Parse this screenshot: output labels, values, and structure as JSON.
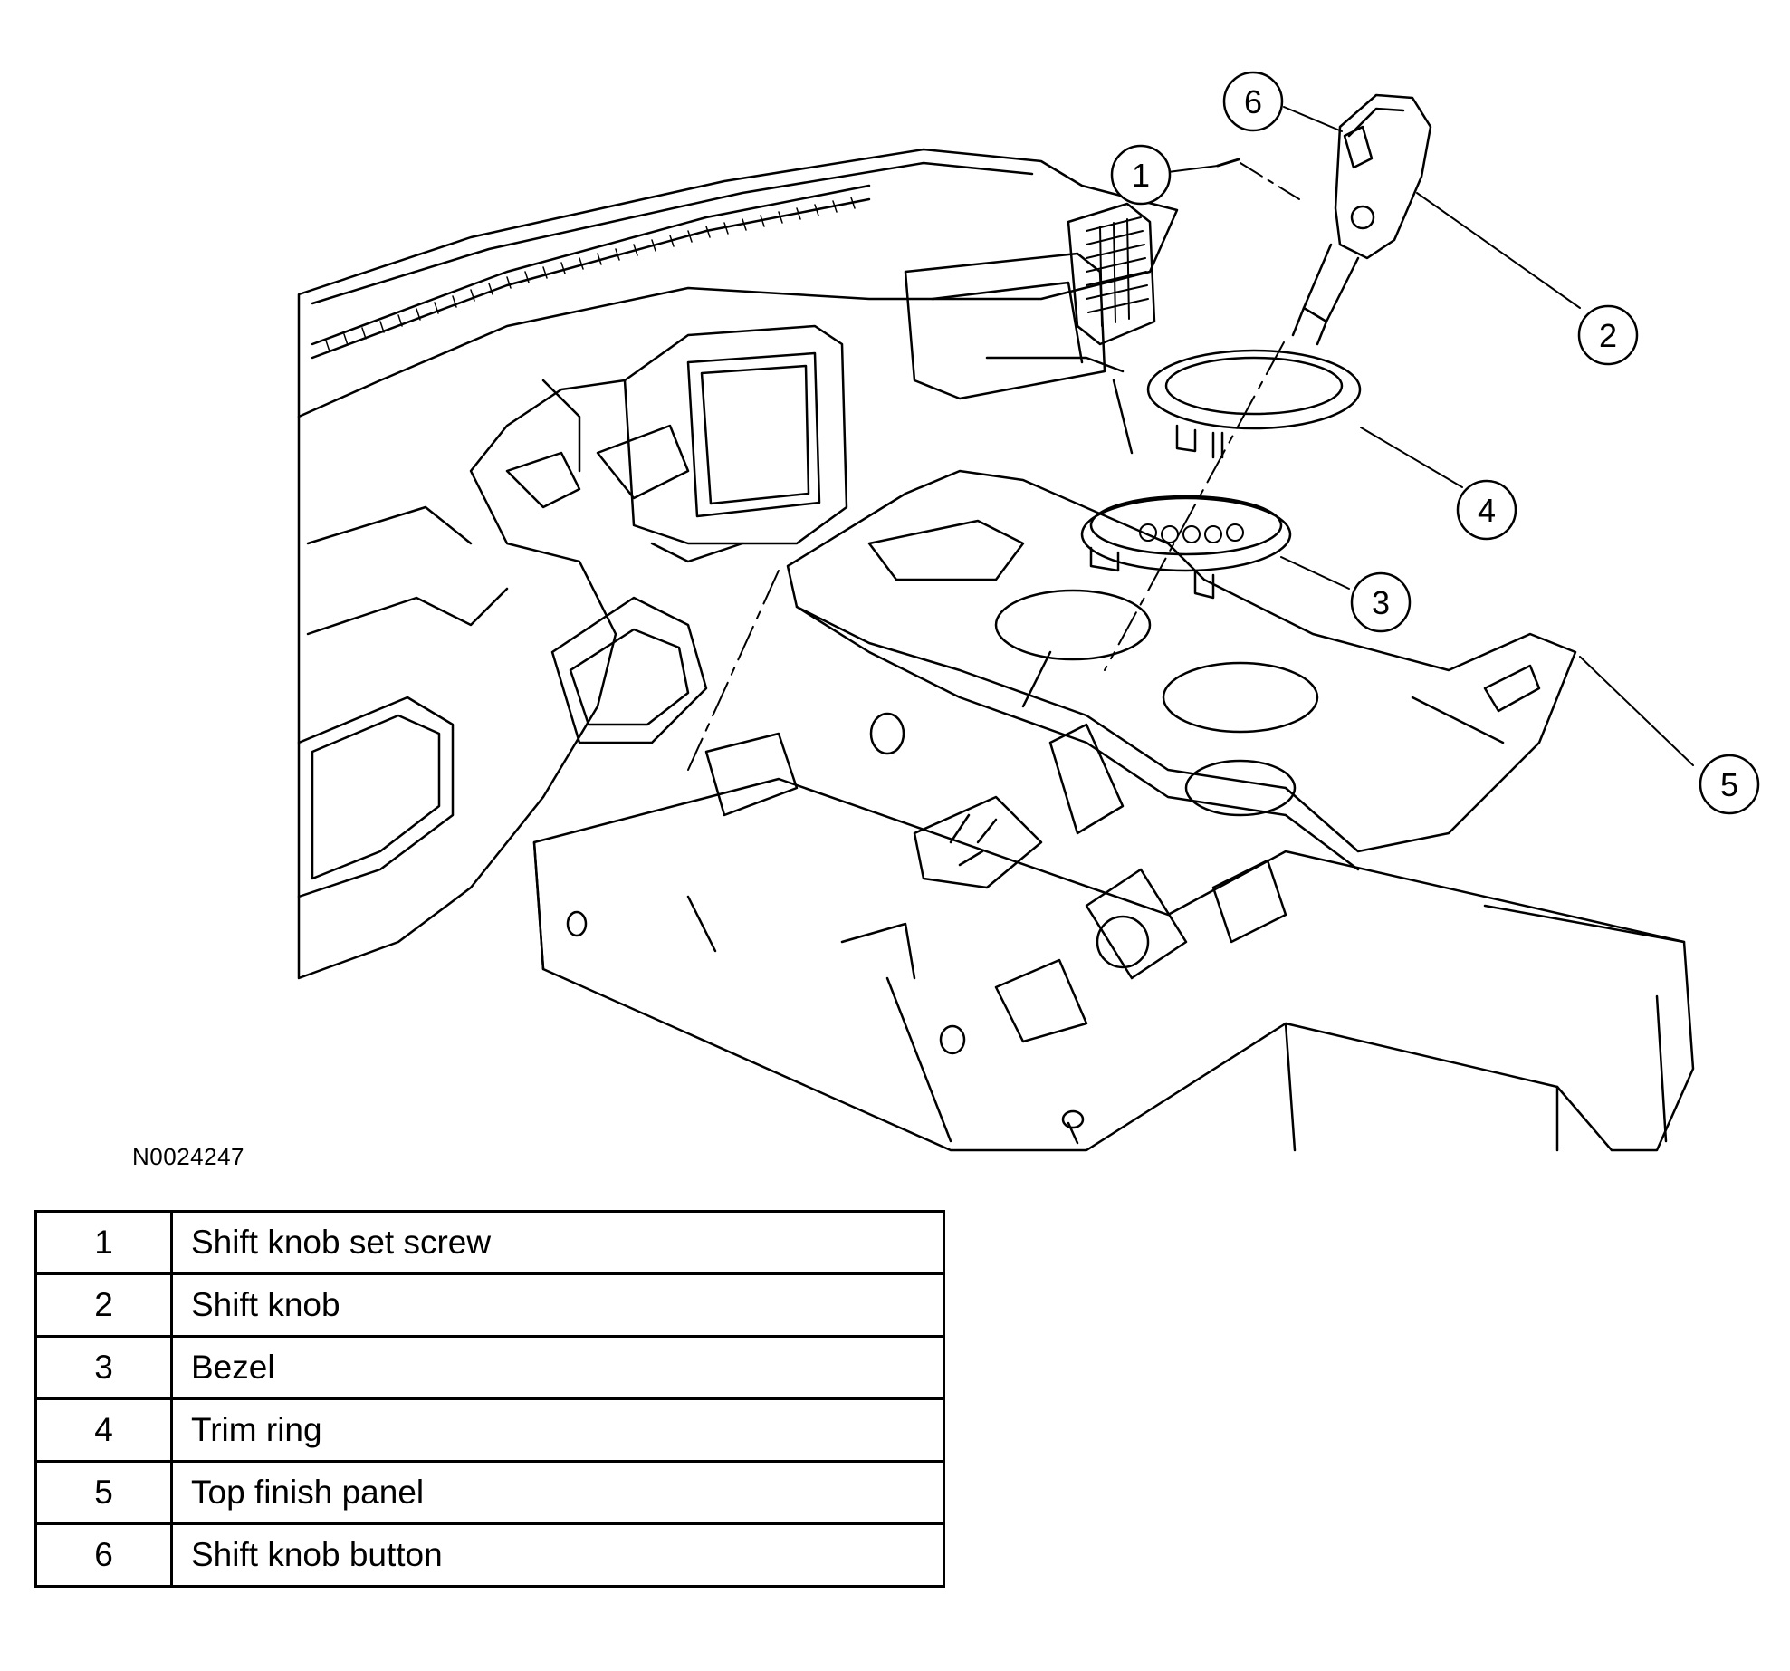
{
  "figure_id": "N0024247",
  "callouts": [
    {
      "number": "1",
      "part": "Shift knob set screw"
    },
    {
      "number": "2",
      "part": "Shift knob"
    },
    {
      "number": "3",
      "part": "Bezel"
    },
    {
      "number": "4",
      "part": "Trim ring"
    },
    {
      "number": "5",
      "part": "Top finish panel"
    },
    {
      "number": "6",
      "part": "Shift knob button"
    }
  ]
}
